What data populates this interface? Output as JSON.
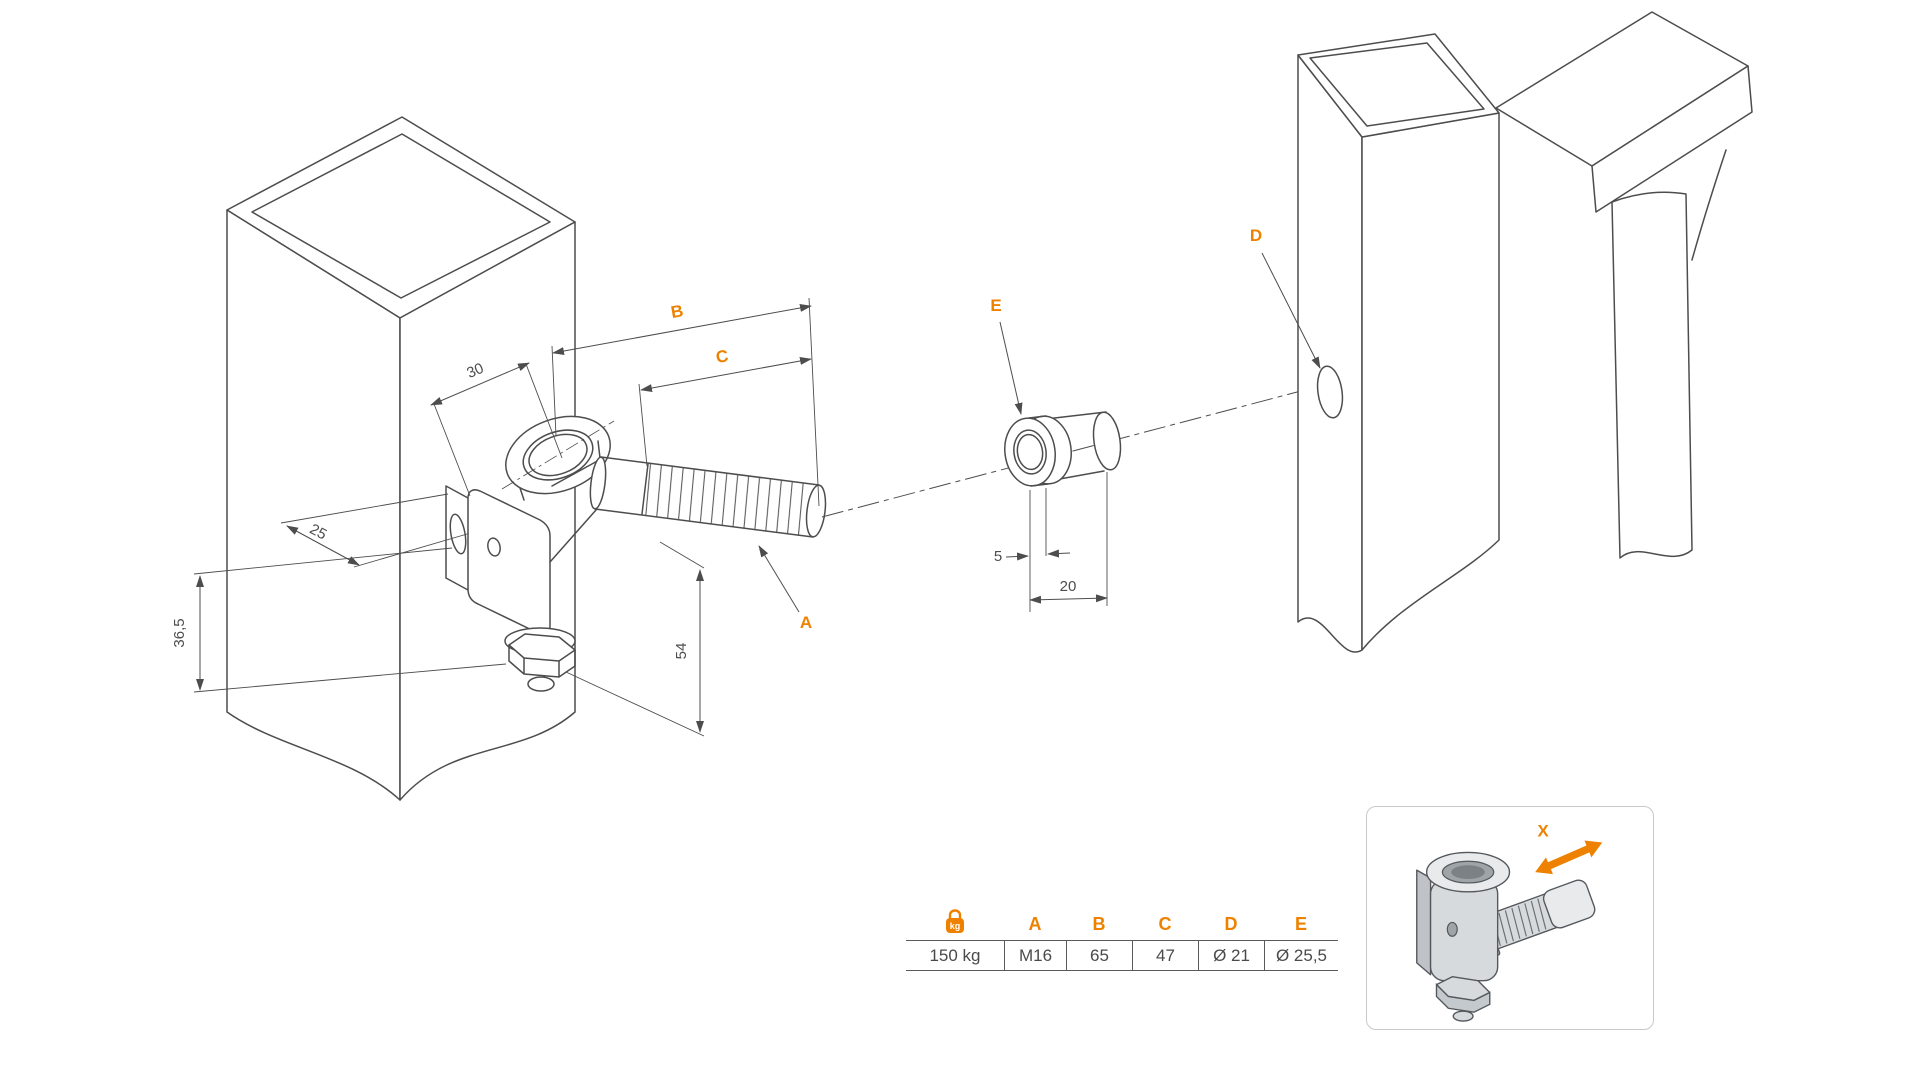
{
  "colors": {
    "accent": "#EE8200",
    "line": "#4d4d4d"
  },
  "labels": {
    "A": "A",
    "B": "B",
    "C": "C",
    "D": "D",
    "E": "E",
    "X": "X"
  },
  "dimensions": {
    "bracket_width": "30",
    "bracket_depth": "25",
    "bracket_height": "36,5",
    "bolt_exposed": "54",
    "flange_thickness": "5",
    "nut_length": "20"
  },
  "table": {
    "weight_icon_text": "kg",
    "weight_value": "150 kg",
    "columns": [
      {
        "label": "A",
        "value": "M16"
      },
      {
        "label": "B",
        "value": "65"
      },
      {
        "label": "C",
        "value": "47"
      },
      {
        "label": "D",
        "value": "Ø 21"
      },
      {
        "label": "E",
        "value": "Ø 25,5"
      }
    ]
  }
}
